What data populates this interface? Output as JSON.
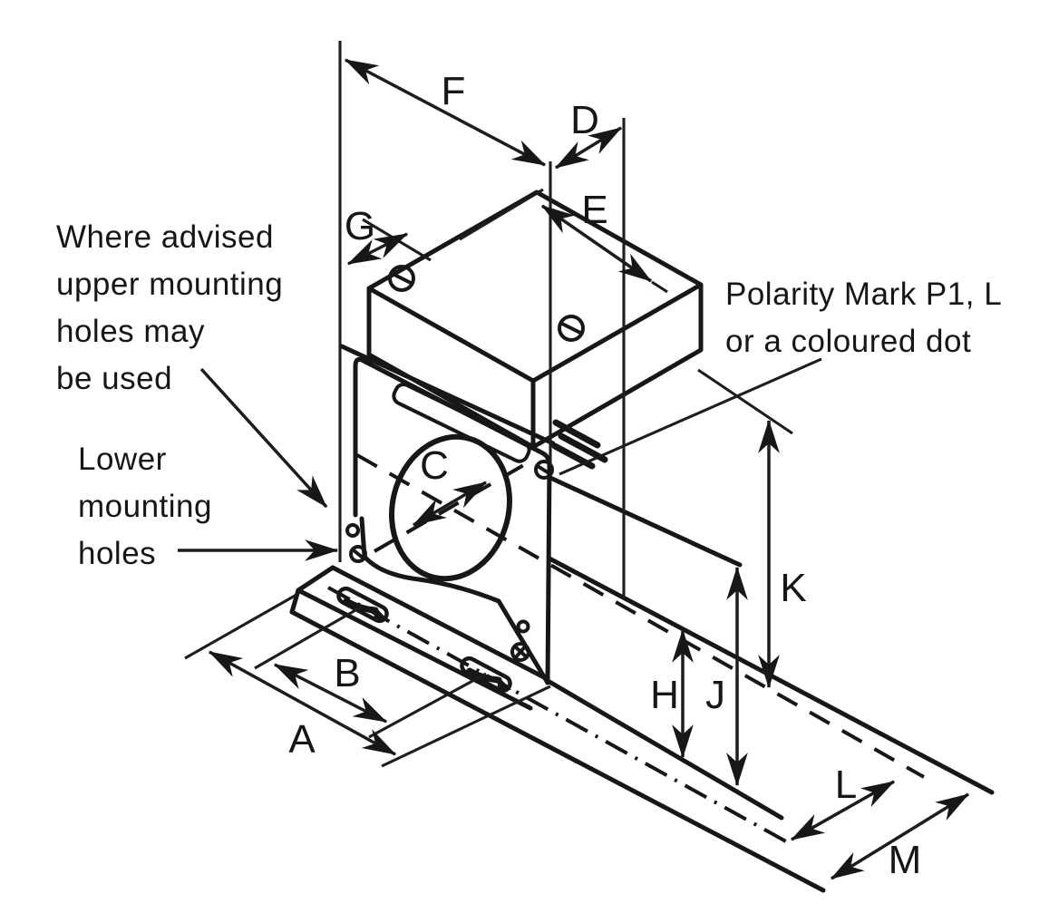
{
  "diagram_type": "isometric-dimension-drawing",
  "colors": {
    "ink": "#171717",
    "background": "#ffffff"
  },
  "dims": {
    "A": "A",
    "B": "B",
    "C": "C",
    "D": "D",
    "E": "E",
    "F": "F",
    "G": "G",
    "H": "H",
    "J": "J",
    "K": "K",
    "L": "L",
    "M": "M"
  },
  "annotations": {
    "upper_mounting": {
      "lines": [
        "Where advised",
        "upper mounting",
        "holes may",
        "be used"
      ]
    },
    "lower_mounting": {
      "lines": [
        "Lower",
        "mounting",
        "holes"
      ]
    },
    "polarity": {
      "lines": [
        "Polarity Mark P1, L",
        "or a coloured dot"
      ]
    }
  }
}
